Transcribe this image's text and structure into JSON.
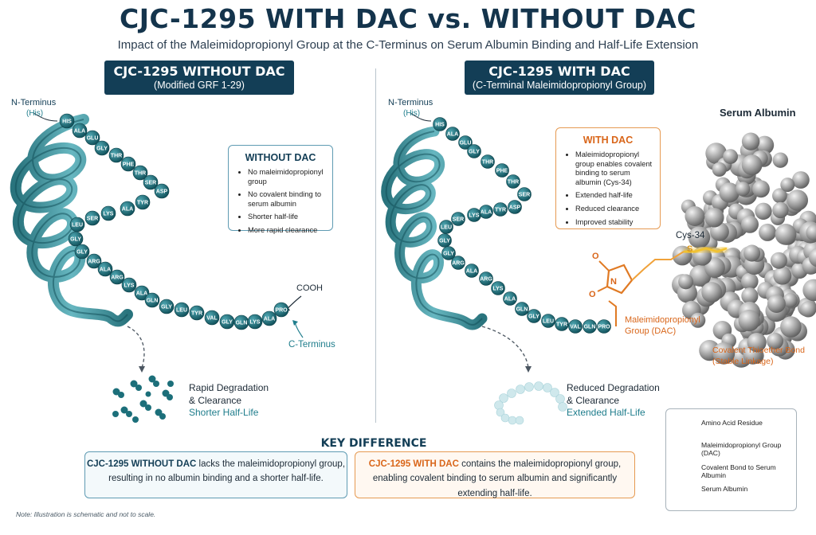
{
  "title": "CJC-1295 WITH DAC vs. WITHOUT DAC",
  "subtitle": "Impact of the Maleimidopropionyl Group at the C-Terminus on Serum Albumin Binding and Half-Life Extension",
  "left": {
    "header_title": "CJC-1295 WITHOUT DAC",
    "header_sub": "(Modified GRF 1-29)",
    "n_terminus": "N-Terminus",
    "n_terminus_sub": "(His)",
    "cooh": "COOH",
    "c_terminus": "C-Terminus",
    "residues": [
      "HIS",
      "ALA",
      "GLU",
      "GLY",
      "THR",
      "PHE",
      "THR",
      "SER",
      "ASP",
      "TYR",
      "ALA",
      "LYS",
      "SER",
      "LEU",
      "GLY",
      "GLY",
      "ARG",
      "ALA",
      "ARG",
      "LYS",
      "ALA",
      "GLN",
      "GLY",
      "LEU",
      "TYR",
      "VAL",
      "GLY",
      "GLN",
      "LYS",
      "ALA",
      "PRO"
    ],
    "info_title": "WITHOUT DAC",
    "info_items": [
      "No maleimidopropionyl group",
      "No covalent binding to serum albumin",
      "Shorter half-life",
      "More rapid clearance"
    ],
    "fate_line1": "Rapid Degradation",
    "fate_line2": "& Clearance",
    "fate_line3": "Shorter Half-Life"
  },
  "right": {
    "header_title": "CJC-1295 WITH DAC",
    "header_sub": "(C-Terminal Maleimidopropionyl Group)",
    "n_terminus": "N-Terminus",
    "n_terminus_sub": "(His)",
    "residues": [
      "HIS",
      "ALA",
      "GLU",
      "GLY",
      "THR",
      "PHE",
      "THR",
      "SER",
      "ASP",
      "TYR",
      "ALA",
      "LYS",
      "SER",
      "LEU",
      "GLY",
      "GLY",
      "ARG",
      "ALA",
      "ARG",
      "LYS",
      "ALA",
      "GLN",
      "GLY",
      "LEU",
      "TYR",
      "VAL",
      "GLN",
      "PRO"
    ],
    "info_title": "WITH DAC",
    "info_items": [
      "Maleimidopropionyl group enables covalent binding to serum albumin (Cys-34)",
      "Extended half-life",
      "Reduced clearance",
      "Improved stability"
    ],
    "albumin_label": "Serum Albumin",
    "cys_label": "Cys-34",
    "s_label": "S",
    "o_label1": "O",
    "o_label2": "O",
    "n_label": "N",
    "dac_label1": "Maleimidopropionyl",
    "dac_label2": "Group (DAC)",
    "bond_label1": "Covalent Thioether Bond",
    "bond_label2": "(Stable Linkage)",
    "fate_line1": "Reduced Degradation",
    "fate_line2": "& Clearance",
    "fate_line3": "Extended Half-Life"
  },
  "key": {
    "title": "KEY DIFFERENCE",
    "left_bold": "CJC-1295 WITHOUT DAC",
    "left_rest": " lacks the maleimidopropionyl group,",
    "left_line2": "resulting in no albumin binding and a shorter half-life.",
    "right_bold": "CJC-1295 WITH DAC",
    "right_rest": " contains the maleimidopropionyl group,",
    "right_line2": "enabling covalent binding to serum albumin and significantly extending half-life."
  },
  "legend": {
    "items": [
      "Amino Acid Residue",
      "Maleimidopropionyl Group (DAC)",
      "Covalent Bond to Serum Albumin",
      "Serum Albumin"
    ]
  },
  "note": "Note: Illustration is schematic and not to scale.",
  "colors": {
    "navy": "#133e56",
    "teal": "#1f7d8c",
    "residue": "#1c6f7a",
    "orange": "#e07a24",
    "gold": "#f2c230"
  }
}
